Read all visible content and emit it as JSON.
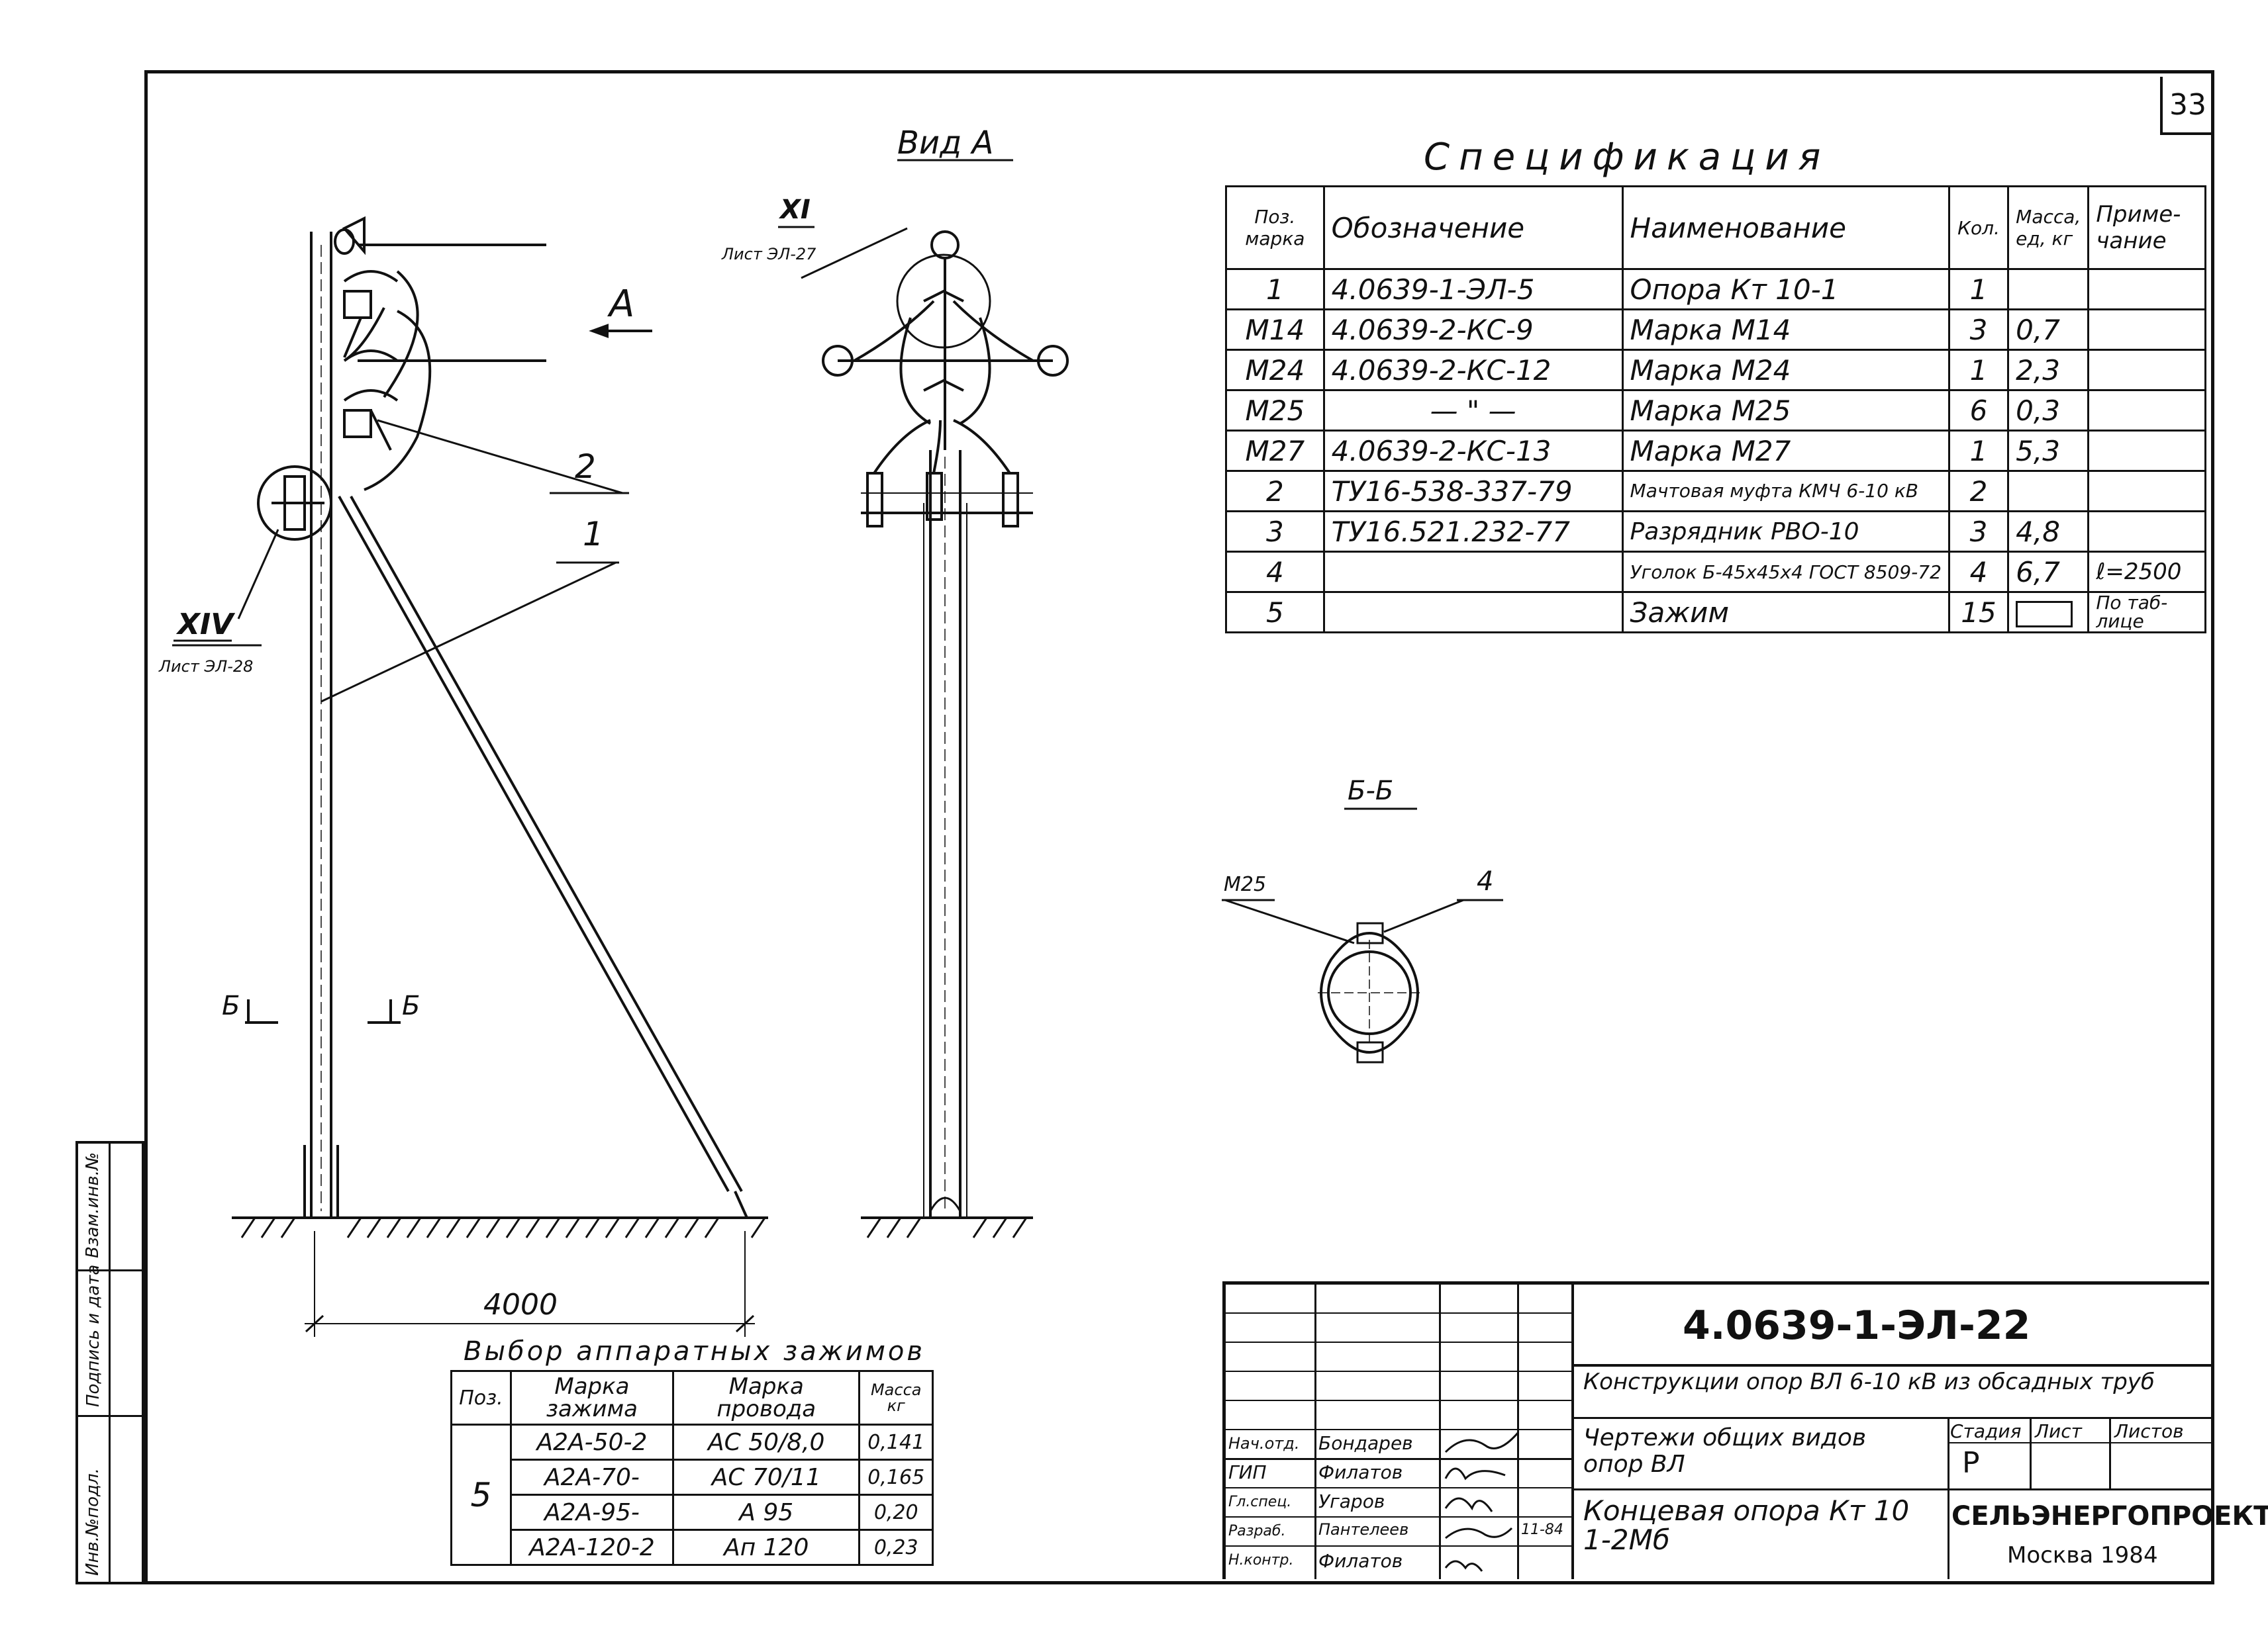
{
  "sheet": {
    "sheet_number": "33"
  },
  "drawing": {
    "view_title": "Вид А",
    "view_arrow_label": "А",
    "detail_xi": {
      "roman": "XI",
      "ref": "Лист ЭЛ-27"
    },
    "detail_xiv": {
      "roman": "XIV",
      "ref": "Лист ЭЛ-28"
    },
    "callout_1": "1",
    "callout_2": "2",
    "section_mark_left": "Б",
    "section_mark_right": "Б",
    "dimension": "4000",
    "section_title": "Б-Б",
    "section_label_m25": "М25",
    "section_label_4": "4"
  },
  "specification": {
    "title": "Спецификация",
    "headers": [
      "Поз. марка",
      "Обозначение",
      "Наименование",
      "Кол.",
      "Масса, ед, кг",
      "Приме- чание"
    ],
    "rows": [
      [
        "1",
        "4.0639-1-ЭЛ-5",
        "Опора Кт 10-1",
        "1",
        "",
        ""
      ],
      [
        "М14",
        "4.0639-2-КС-9",
        "Марка М14",
        "3",
        "0,7",
        ""
      ],
      [
        "М24",
        "4.0639-2-КС-12",
        "Марка М24",
        "1",
        "2,3",
        ""
      ],
      [
        "М25",
        "— \" —",
        "Марка М25",
        "6",
        "0,3",
        ""
      ],
      [
        "М27",
        "4.0639-2-КС-13",
        "Марка М27",
        "1",
        "5,3",
        ""
      ],
      [
        "2",
        "ТУ16-538-337-79",
        "Мачтовая муфта КМЧ 6-10 кВ",
        "2",
        "",
        ""
      ],
      [
        "3",
        "ТУ16.521.232-77",
        "Разрядник РВО-10",
        "3",
        "4,8",
        ""
      ],
      [
        "4",
        "",
        "Уголок Б-45х45х4 ГОСТ 8509-72",
        "4",
        "6,7",
        "ℓ=2500"
      ],
      [
        "5",
        "",
        "Зажим",
        "15",
        "",
        "По таб- лице"
      ]
    ]
  },
  "clamp_table": {
    "title": "Выбор аппаратных зажимов",
    "headers": [
      "Поз.",
      "Марка зажима",
      "Марка провода",
      "Масса кг"
    ],
    "position": "5",
    "rows": [
      [
        "А2А-50-2",
        "АС 50/8,0",
        "0,141"
      ],
      [
        "А2А-70-",
        "АС 70/11",
        "0,165"
      ],
      [
        "А2А-95-",
        "А 95",
        "0,20"
      ],
      [
        "А2А-120-2",
        "Ап 120",
        "0,23"
      ]
    ]
  },
  "side_stamp": [
    "Инв.№подл.",
    "Подпись и дата",
    "Взам.инв.№"
  ],
  "title_block": {
    "document_code": "4.0639-1-ЭЛ-22",
    "project_title": "Конструкции опор ВЛ 6-10 кВ из обсадных труб",
    "sheet_title": "Чертежи общих видов опор ВЛ",
    "drawing_title": "Концевая опора Кт 10 1-2Мб",
    "stage_header": "Стадия",
    "sheet_header": "Лист",
    "sheets_header": "Листов",
    "stage": "Р",
    "organization": "СЕЛЬЭНЕРГОПРОЕКТ",
    "city_year": "Москва 1984",
    "signatures": [
      {
        "role": "Нач.отд.",
        "name": "Бондарев"
      },
      {
        "role": "ГИП",
        "name": "Филатов"
      },
      {
        "role": "Гл.спец.",
        "name": "Угаров"
      },
      {
        "role": "Разраб.",
        "name": "Пантелеев",
        "date": "11-84"
      },
      {
        "role": "Н.контр.",
        "name": "Филатов"
      }
    ]
  }
}
